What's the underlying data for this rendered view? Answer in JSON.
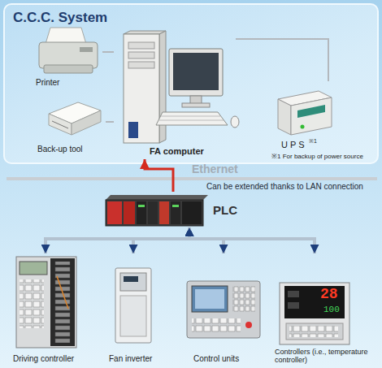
{
  "diagram": {
    "nodes": [
      {
        "text": [
          "C.C.C. System"
        ]
      },
      {
        "text": [
          "Printer"
        ],
        "in": 0
      },
      {
        "text": [
          "Back-up tool"
        ],
        "in": 0
      },
      {
        "text": [
          "FA computer"
        ],
        "in": 0
      },
      {
        "text": [
          "U P S",
          "※1",
          "※1 For backup of power source"
        ],
        "in": 0
      },
      {
        "text": [
          "PLC"
        ]
      },
      {
        "text": [
          "Driving controller"
        ]
      },
      {
        "text": [
          "Fan inverter"
        ]
      },
      {
        "text": [
          "Control units"
        ]
      },
      {
        "text": [
          "Controllers (i.e., temperature controller)"
        ]
      }
    ],
    "edges": [
      {
        "from": 1,
        "to": 3,
        "arrow": "none"
      },
      {
        "from": 2,
        "to": 3,
        "arrow": "none"
      },
      {
        "from": 3,
        "to": 4,
        "arrow": "none"
      },
      {
        "from": 5,
        "to": 3,
        "arrow": "to"
      },
      {
        "from": 5,
        "to": 6,
        "arrow": "both"
      },
      {
        "from": 5,
        "to": 7,
        "arrow": "both"
      },
      {
        "from": 5,
        "to": 8,
        "arrow": "both"
      },
      {
        "from": 5,
        "to": 9,
        "arrow": "both"
      }
    ],
    "labels": [
      "Ethernet",
      "Can be extended thanks to LAN connection",
      "28",
      "100"
    ]
  }
}
